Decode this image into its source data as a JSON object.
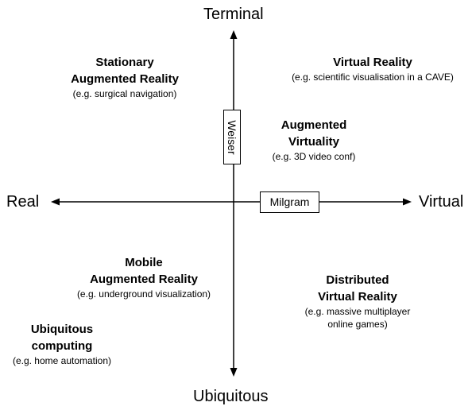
{
  "axes": {
    "top": "Terminal",
    "bottom": "Ubiquitous",
    "left": "Real",
    "right": "Virtual"
  },
  "axis_markers": {
    "horizontal": "Milgram",
    "vertical": "Weiser"
  },
  "regions": {
    "stationary_ar": {
      "title_line1": "Stationary",
      "title_line2": "Augmented Reality",
      "example": "(e.g. surgical navigation)"
    },
    "virtual_reality": {
      "title": "Virtual Reality",
      "example": "(e.g. scientific visualisation in a CAVE)"
    },
    "augmented_virtuality": {
      "title_line1": "Augmented",
      "title_line2": "Virtuality",
      "example": "(e.g. 3D video conf)"
    },
    "mobile_ar": {
      "title_line1": "Mobile",
      "title_line2": "Augmented Reality",
      "example": "(e.g. underground visualization)"
    },
    "distributed_vr": {
      "title_line1": "Distributed",
      "title_line2": "Virtual Reality",
      "example_line1": "(e.g. massive multiplayer",
      "example_line2": "online games)"
    },
    "ubiquitous_computing": {
      "title_line1": "Ubiquitous",
      "title_line2": "computing",
      "example": "(e.g. home automation)"
    }
  }
}
